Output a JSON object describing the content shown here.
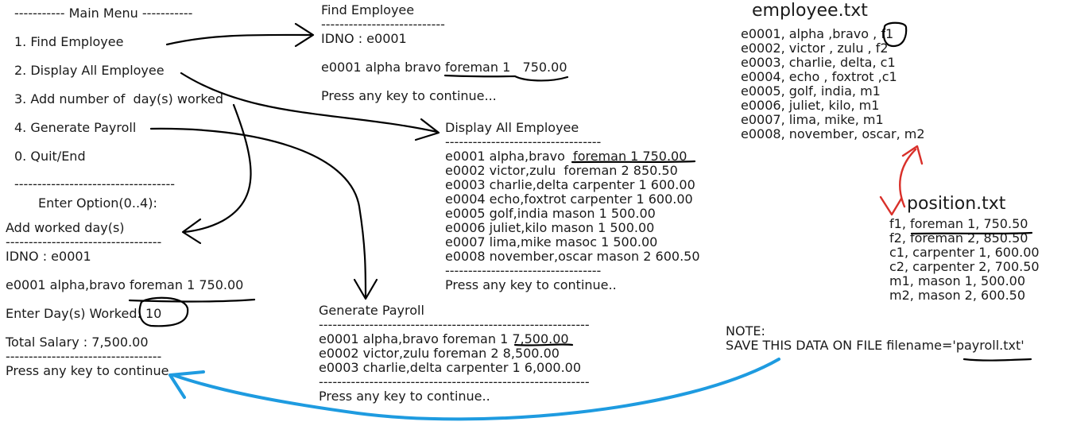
{
  "main_menu": {
    "title": "----------- Main Menu -----------",
    "items": [
      "1. Find Employee",
      "2. Display All Employee",
      "3. Add number of  day(s) worked",
      "4. Generate Payroll",
      "0. Quit/End"
    ],
    "separator": "-----------------------------------",
    "prompt": "Enter Option(0..4):"
  },
  "add_worked": {
    "title": "Add worked day(s)",
    "separator": "----------------------------------",
    "idno": "IDNO : e0001",
    "record": "e0001 alpha,bravo foreman 1 750.00",
    "days_label": "Enter Day(s) Worked: ",
    "days_value": "10",
    "total": "Total Salary : 7,500.00",
    "separator2": "----------------------------------",
    "continue": "Press any key to continue"
  },
  "find_employee": {
    "title": "Find Employee",
    "separator": "---------------------------",
    "idno": "IDNO : e0001",
    "record_name": "e0001 alpha bravo ",
    "record_pos": "foreman 1   750.00",
    "continue": "Press any key to continue..."
  },
  "display_all": {
    "title": "Display All Employee",
    "separator": "----------------------------------",
    "rows": [
      "e0001 alpha,bravo  foreman 1 750.00",
      "e0002 victor,zulu  foreman 2 850.50",
      "e0003 charlie,delta carpenter 1 600.00",
      "e0004 echo,foxtrot carpenter 1 600.00",
      "e0005 golf,india mason 1 500.00",
      "e0006 juliet,kilo mason 1 500.00",
      "e0007 lima,mike masoc 1 500.00",
      "e0008 november,oscar mason 2 600.50"
    ],
    "separator2": "----------------------------------",
    "continue": "Press any key to continue.."
  },
  "generate_payroll": {
    "title": "Generate Payroll",
    "separator": "-----------------------------------------------------------",
    "rows": [
      "e0001 alpha,bravo foreman 1 7,500.00",
      "e0002 victor,zulu foreman 2 8,500.00",
      "e0003 charlie,delta carpenter 1 6,000.00"
    ],
    "separator2": "-----------------------------------------------------------",
    "continue": "Press any key to continue.."
  },
  "employee_file": {
    "title": "employee.txt",
    "rows": [
      "e0001, alpha ,bravo , f1",
      "e0002, victor , zulu , f2",
      "e0003, charlie, delta, c1",
      "e0004, echo , foxtrot ,c1",
      "e0005, golf, india, m1",
      "e0006, juliet, kilo, m1",
      "e0007, lima, mike, m1",
      "e0008, november, oscar, m2"
    ]
  },
  "position_file": {
    "title": "position.txt",
    "rows": [
      "f1, foreman 1, 750.50",
      "f2, foreman 2, 850.50",
      "c1, carpenter 1, 600.00",
      "c2, carpenter 2, 700.50",
      "m1, mason 1, 500.00",
      "m2, mason 2, 600.50"
    ]
  },
  "note": {
    "label": "NOTE:",
    "text": "SAVE THIS DATA ON FILE filename='payroll.txt'"
  },
  "colors": {
    "text": "#1a1a1a",
    "arrow_black": "#000000",
    "arrow_red": "#d9302a",
    "arrow_blue": "#1e9be0"
  }
}
